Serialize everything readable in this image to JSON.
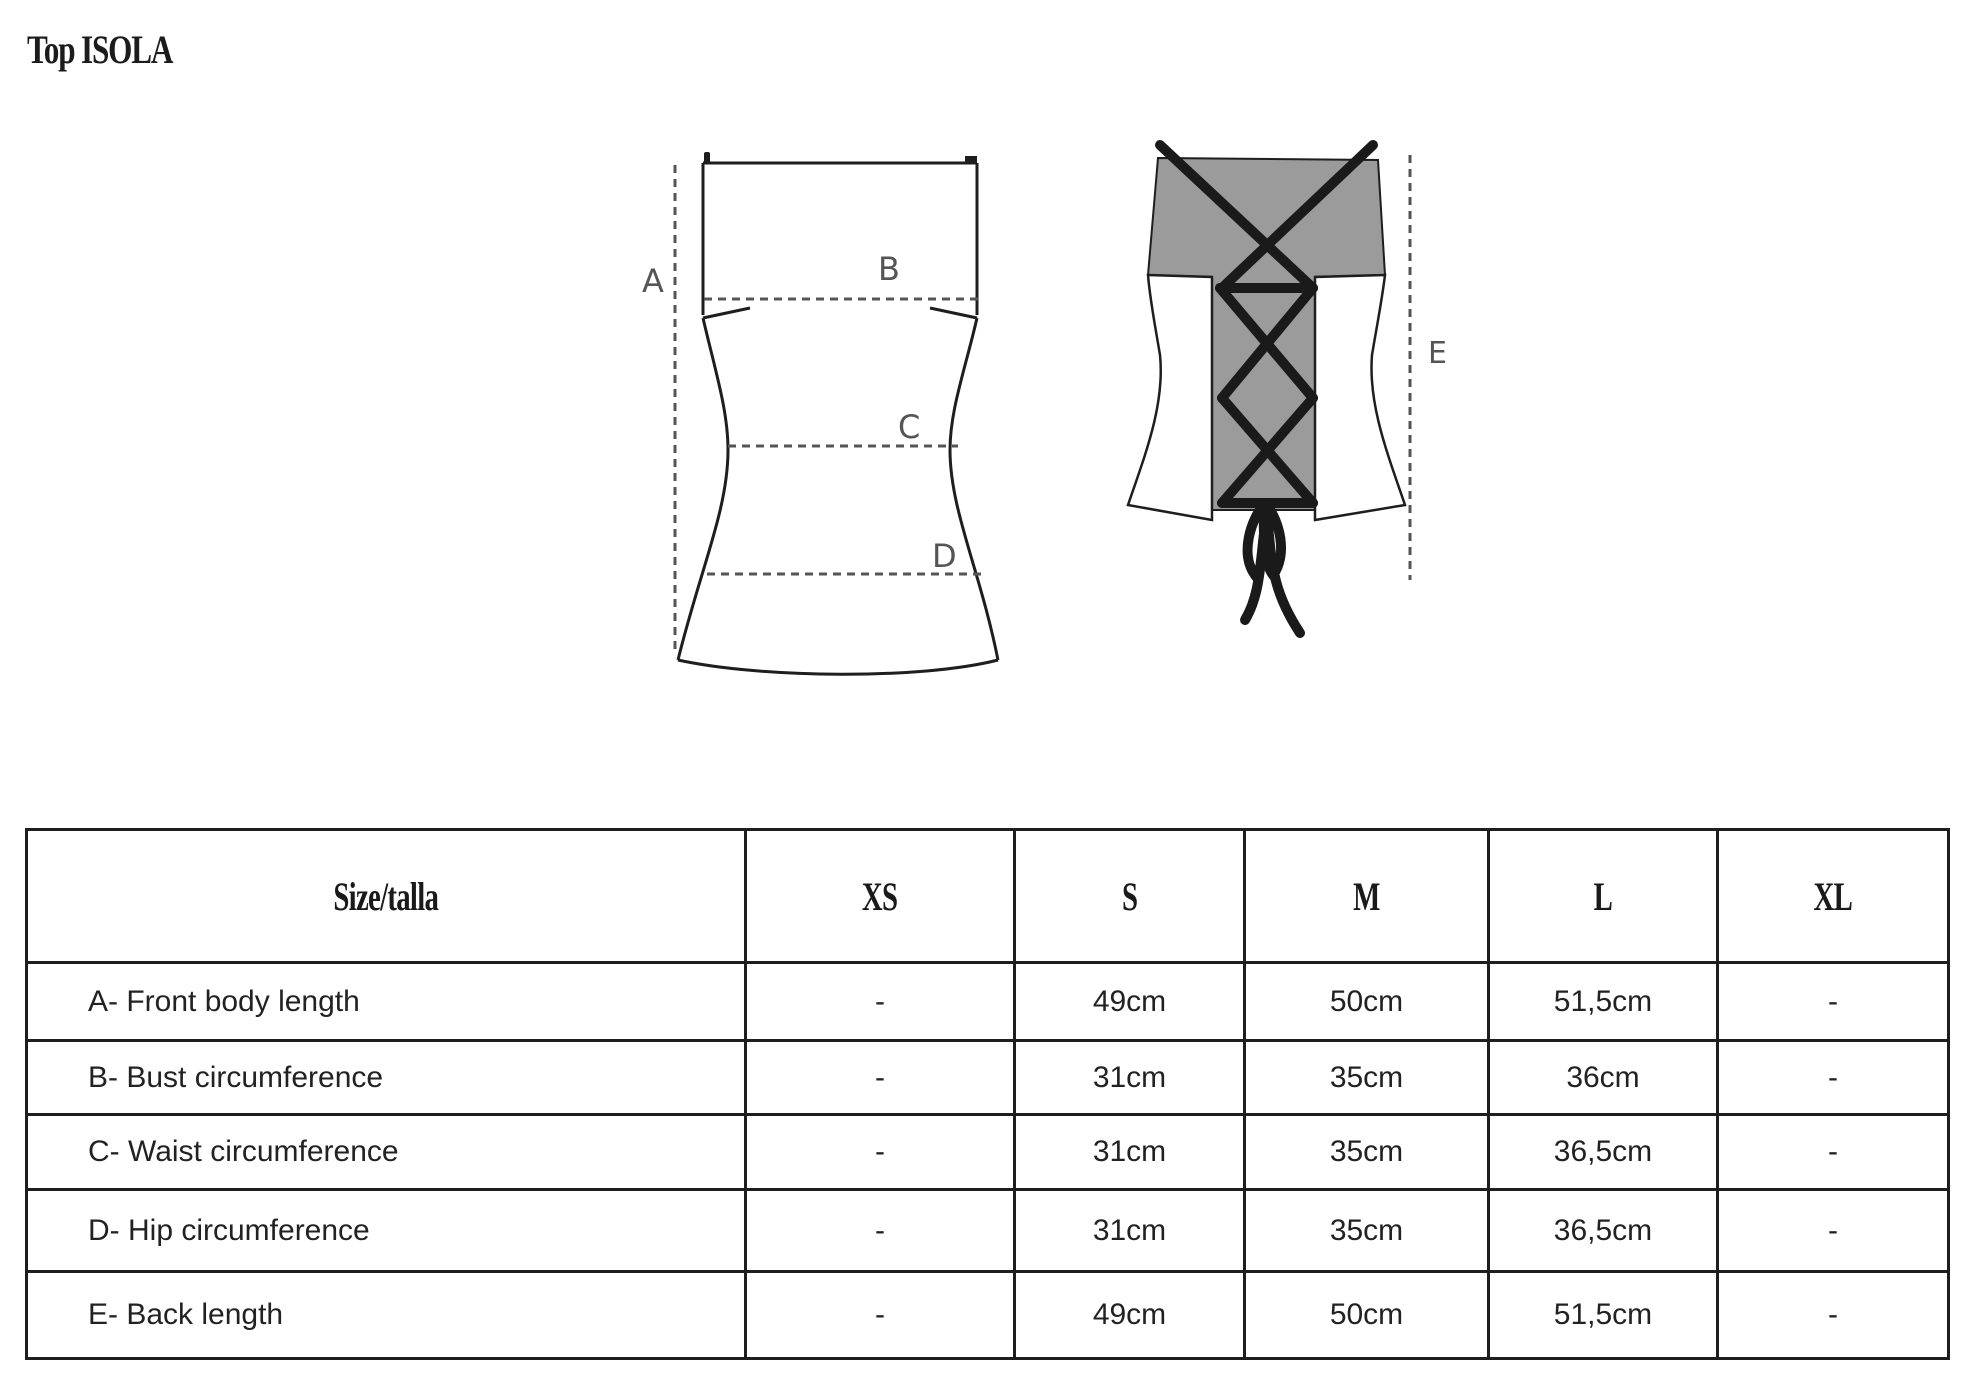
{
  "title": "Top ISOLA",
  "diagrams": {
    "front": {
      "labels": {
        "A": "A",
        "B": "B",
        "C": "C",
        "D": "D"
      }
    },
    "back": {
      "labels": {
        "E": "E"
      },
      "fill_color": "#9b9b9b",
      "lace_color": "#1a1a1a"
    }
  },
  "size_table": {
    "header": {
      "label": "Size/talla",
      "sizes": [
        "XS",
        "S",
        "M",
        "L",
        "XL"
      ]
    },
    "rows": [
      {
        "label": "A- Front body length",
        "values": [
          "-",
          "49cm",
          "50cm",
          "51,5cm",
          "-"
        ]
      },
      {
        "label": "B- Bust circumference",
        "values": [
          "-",
          "31cm",
          "35cm",
          "36cm",
          "-"
        ]
      },
      {
        "label": "C- Waist circumference",
        "values": [
          "-",
          "31cm",
          "35cm",
          "36,5cm",
          "-"
        ]
      },
      {
        "label": "D- Hip circumference",
        "values": [
          "-",
          "31cm",
          "35cm",
          "36,5cm",
          "-"
        ]
      },
      {
        "label": "E- Back length",
        "values": [
          "-",
          "49cm",
          "50cm",
          "51,5cm",
          "-"
        ]
      }
    ]
  }
}
